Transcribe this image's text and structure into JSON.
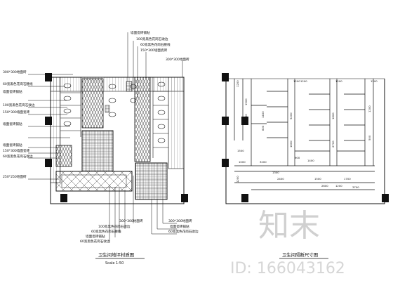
{
  "left_plan": {
    "title": "卫生间地坪材质图",
    "scale": "Scale 1:50",
    "top_labels": [
      "墙面瓷砖铺贴",
      "100宽黑色花岗石收边",
      "60宽黑色花岗石腰线",
      "150*300墙面瓷砖",
      "300*300地面砖"
    ],
    "left_labels": [
      "300*300地面砖",
      "60宽黑色花岗石腰线",
      "墙面瓷砖铺贴",
      "100宽黑色花岗石收边",
      "150*300墙面瓷砖",
      "墙面瓷砖铺贴",
      "墙面瓷砖铺贴",
      "150*300墙面瓷砖",
      "60宽黑色花岗石收边",
      "250*250地面砖"
    ],
    "bottom_labels": [
      "300*300地面砖",
      "100宽黑色花岗石收边",
      "60宽黑色花岗石腰线",
      "墙面瓷砖铺贴",
      "60宽黑色花岗石收边"
    ],
    "right_labels": [
      "300*300地面砖",
      "墙面瓷砖铺贴",
      "60宽黑色花岗石收边"
    ]
  },
  "right_plan": {
    "title": "卫生间隔断尺寸图",
    "dims_top": [
      "1200",
      "1200",
      "1200",
      "1200"
    ],
    "dims_mid": [
      "3200",
      "1500",
      "900",
      "2400",
      "1000",
      "1300",
      "1400",
      "1500",
      "1700",
      "2600",
      "1200",
      "3700"
    ],
    "dims_vertical": [
      "1200",
      "1500",
      "1500",
      "1400",
      "600",
      "5200",
      "1600",
      "1800",
      "2700",
      "1200",
      "500",
      "1200"
    ]
  },
  "watermark": {
    "brand": "知末",
    "id_text": "ID: 166043162"
  }
}
